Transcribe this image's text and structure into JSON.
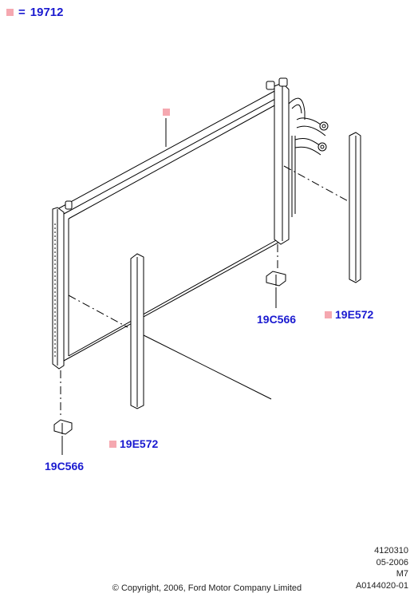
{
  "legend": {
    "equals": "=",
    "part_number": "19712"
  },
  "callouts": {
    "bracket_right": "19C566",
    "strip_right": "19E572",
    "strip_left": "19E572",
    "bracket_left": "19C566"
  },
  "meta": {
    "line1": "4120310",
    "line2": "05-2006",
    "line3": "M7",
    "line4": "A0144020-01"
  },
  "copyright": "© Copyright, 2006, Ford Motor Company Limited",
  "colors": {
    "marker": "#f5a8b0",
    "label": "#1a1ad0",
    "line": "#000000"
  }
}
